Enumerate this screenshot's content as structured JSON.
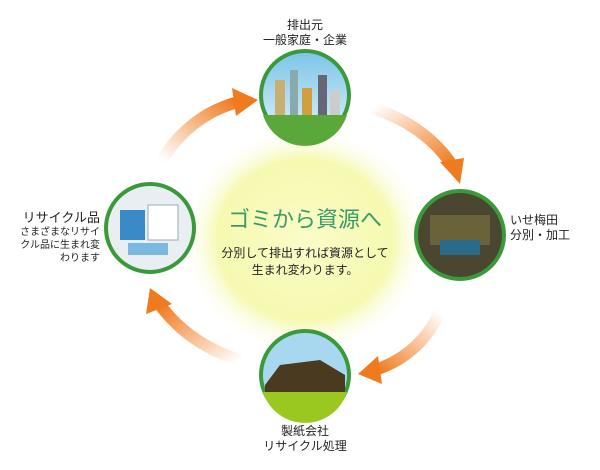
{
  "center": {
    "title": "ゴミから資源へ",
    "line1": "分別して排出すれば資源として",
    "line2": "生まれ変わります。"
  },
  "nodes": [
    {
      "line1": "排出元",
      "line2": "一般家庭・企業"
    },
    {
      "line1": "いせ梅田",
      "line2": "分別・加工"
    },
    {
      "line1": "製紙会社",
      "line2": "リサイクル処理"
    },
    {
      "line1": "リサイクル品",
      "desc1": "さまざまなリサイ",
      "desc2": "クル品に生まれ変",
      "desc3": "わります"
    }
  ],
  "colors": {
    "accent": "#3a9a6a",
    "arrow": "#f07a1e",
    "ring": "#3a9a3a",
    "glow": "#f6f9b0"
  }
}
